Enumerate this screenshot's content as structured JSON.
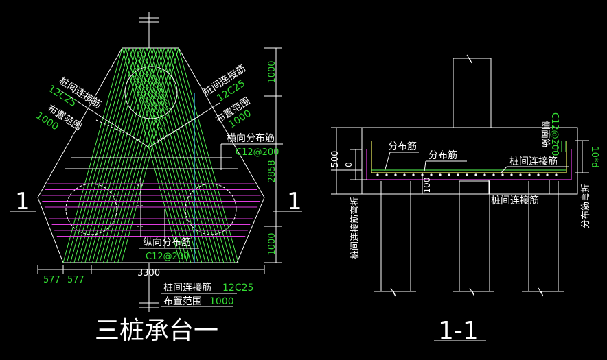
{
  "left_view": {
    "title": "三桩承台一",
    "section_mark_left": "1",
    "section_mark_right": "1",
    "note_upper_left": {
      "label1": "桩间连接筋",
      "bar1": "12C25",
      "label2": "布置范围",
      "range": "1000"
    },
    "note_upper_right": {
      "label1": "桩间连接筋",
      "bar1": "12C25",
      "label2": "布置范围",
      "range": "1000"
    },
    "note_transverse": {
      "label": "横向分布筋",
      "bar": "C12@200"
    },
    "note_longitudinal": {
      "label": "纵向分布筋",
      "bar": "C12@200"
    },
    "note_bottom": {
      "label1": "桩间连接筋",
      "bar1": "12C25",
      "label2": "布置范围",
      "range": "1000"
    },
    "dims_right": [
      "1000",
      "2858",
      "1000"
    ],
    "dims_bottom": [
      "577",
      "577",
      "3300"
    ]
  },
  "right_view": {
    "title": "1-1",
    "dim_500": "500",
    "dim_0": "0",
    "dim_100": "100",
    "label_dist1": "分布筋",
    "label_dist2": "分布筋",
    "label_conn1": "桩间连接筋",
    "label_conn2": "桩间连接筋",
    "label_side": "侧面筋",
    "label_side_bar": "C12@200",
    "label_10d": "10*d",
    "label_conn_bend": "桩间连接筋弯折",
    "label_dist_bend": "分布筋弯折"
  },
  "colors": {
    "background": "#000000",
    "line_white": "#ffffff",
    "green": "#33dd33",
    "magenta": "#e03ce0",
    "yellow": "#f0f060",
    "cyan": "#3cc8ff"
  }
}
